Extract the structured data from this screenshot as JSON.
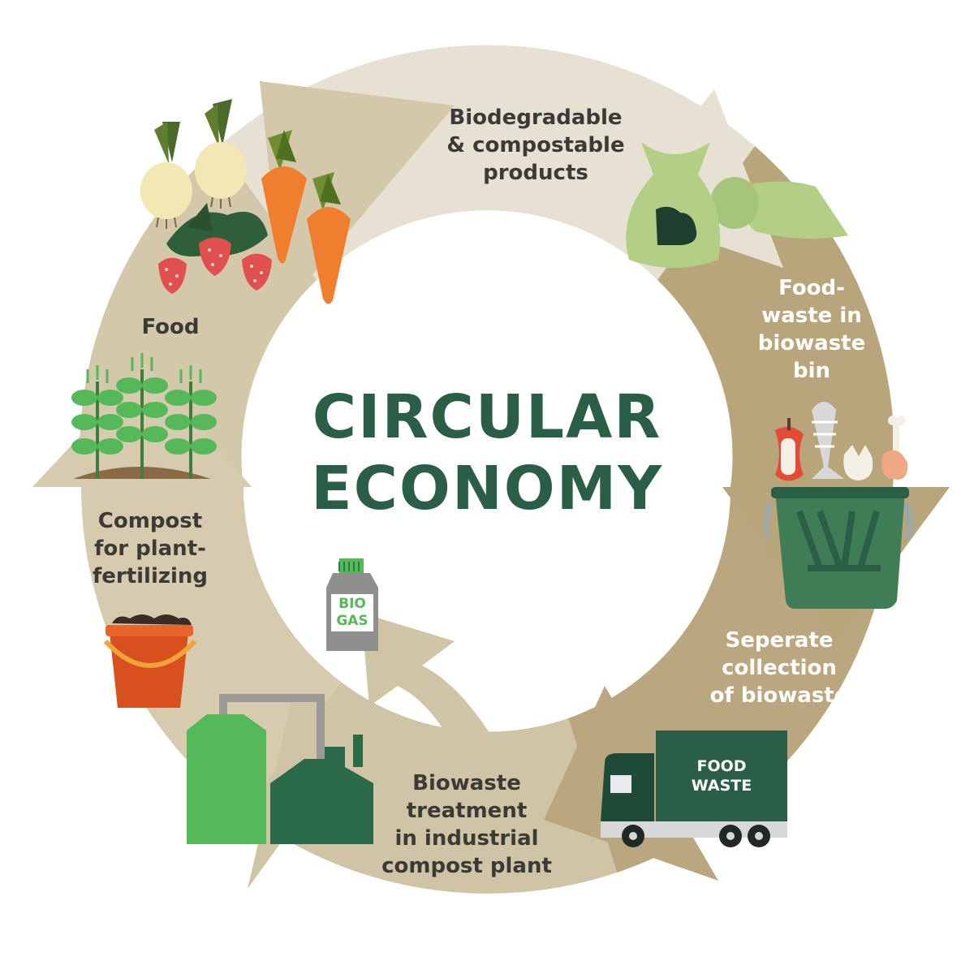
{
  "title": "CIRCULAR\nECONOMY",
  "steps": {
    "products": "Biodegradable\n& compostable\nproducts",
    "bin": "Food-\nwaste in\nbiowaste\nbin",
    "collection": "Seperate\ncollection\nof biowaste",
    "treatment": "Biowaste\ntreatment\nin industrial\ncompost plant",
    "compost": "Compost\nfor plant-\nfertilizing",
    "food": "Food"
  },
  "truck_text": "FOOD\nWASTE",
  "biogas_text": [
    "BIO",
    "GAS"
  ],
  "colors": {
    "ring_light": "#e7e1d3",
    "ring_mid": "#cfc4a6",
    "ring_dark": "#b9a57b",
    "green_dark": "#2a5e47",
    "green_light": "#55b95a",
    "bag_green": "#b3cf86",
    "bucket_orange": "#d9501f"
  },
  "icons": [
    "vegetables-icon",
    "bag-icon",
    "food-scraps-icon",
    "bin-icon",
    "truck-icon",
    "compost-plant-icon",
    "biogas-bottle-icon",
    "bucket-icon",
    "seedlings-icon"
  ]
}
